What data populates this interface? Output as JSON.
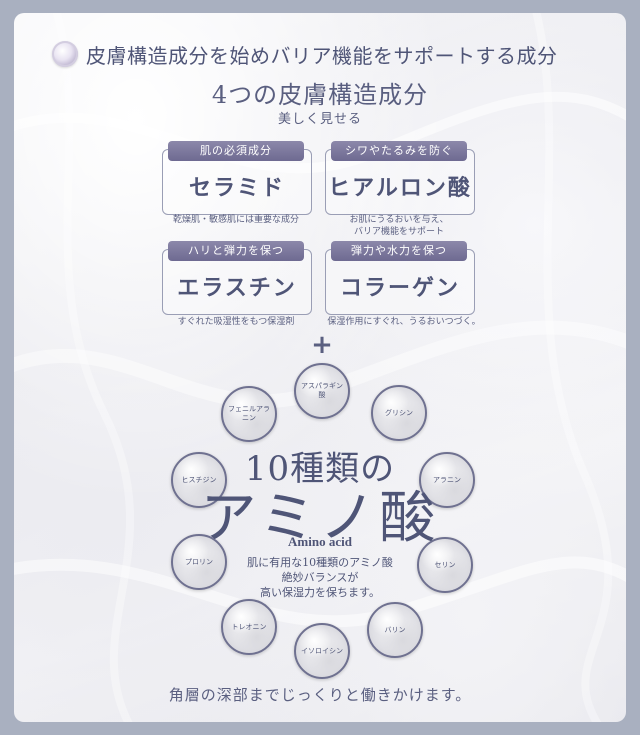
{
  "header": {
    "title": "皮膚構造成分を始めバリア機能をサポートする成分"
  },
  "section": {
    "title": "4つの皮膚構造成分",
    "subtitle": "美しく見せる"
  },
  "ingredients": [
    {
      "tab": "肌の必須成分",
      "name": "セラミド",
      "desc": "乾燥肌・敏感肌には重要な成分"
    },
    {
      "tab": "シワやたるみを防ぐ",
      "name": "ヒアルロン酸",
      "desc": "お肌にうるおいを与え、\nバリア機能をサポート"
    },
    {
      "tab": "ハリと弾力を保つ",
      "name": "エラスチン",
      "desc": "すぐれた吸湿性をもつ保湿剤"
    },
    {
      "tab": "弾力や水力を保つ",
      "name": "コラーゲン",
      "desc": "保湿作用にすぐれ、うるおいつづく。"
    }
  ],
  "plus": "+",
  "amino": {
    "lead": "10種類の",
    "main": "アミノ酸",
    "en": "Amino acid",
    "desc": "肌に有用な10種類のアミノ酸\n絶妙バランスが\n高い保湿力を保ちます。"
  },
  "amino_acids": [
    "アスパラギン酸",
    "グリシン",
    "アラニン",
    "セリン",
    "バリン",
    "イソロイシン",
    "トレオニン",
    "プロリン",
    "ヒスチジン",
    "フェニルアラニン"
  ],
  "footer": "角層の深部までじっくりと働きかけます。",
  "colors": {
    "accent": "#4f5577",
    "tab": "#7a769c",
    "background": "#a9b0c0"
  }
}
